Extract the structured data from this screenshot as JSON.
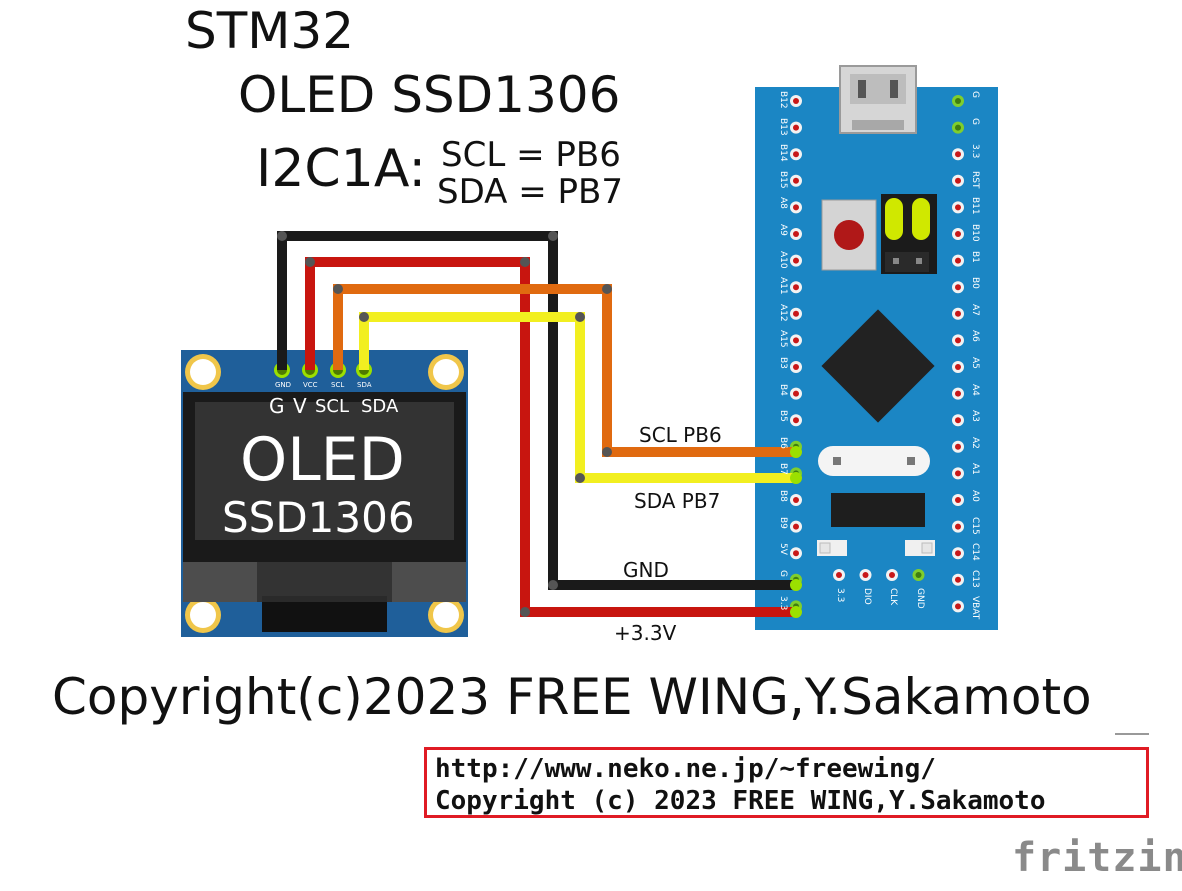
{
  "title": {
    "line1": "STM32",
    "line2": "OLED SSD1306",
    "bus": "I2C1A:",
    "scl": "SCL = PB6",
    "sda": "SDA = PB7"
  },
  "oled": {
    "pins": [
      "GND",
      "VCC",
      "SCL",
      "SDA"
    ],
    "header_g": "G",
    "header_v": "V",
    "header_scl": "SCL",
    "header_sda": "SDA",
    "name": "OLED",
    "model": "SSD1306"
  },
  "wires": {
    "scl": "SCL PB6",
    "sda": "SDA PB7",
    "gnd": "GND",
    "power": "+3.3V"
  },
  "board": {
    "left_pins": [
      "B12",
      "B13",
      "B14",
      "B15",
      "A8",
      "A9",
      "A10",
      "A11",
      "A12",
      "A15",
      "B3",
      "B4",
      "B5",
      "B6",
      "B7",
      "B8",
      "B9",
      "5V",
      "G",
      "3.3"
    ],
    "right_pins": [
      "G",
      "G",
      "3.3",
      "RST",
      "B11",
      "B10",
      "B1",
      "B0",
      "A7",
      "A6",
      "A5",
      "A4",
      "A3",
      "A2",
      "A1",
      "A0",
      "C15",
      "C14",
      "C13",
      "VBAT"
    ],
    "debug_pins": [
      "3.3",
      "DIO",
      "CLK",
      "GND"
    ]
  },
  "copyright": "Copyright(c)2023 FREE WING,Y.Sakamoto",
  "url_box": {
    "line1": "http://www.neko.ne.jp/~freewing/",
    "line2": "Copyright (c) 2023 FREE WING,Y.Sakamoto"
  },
  "logo": "fritzing",
  "colors": {
    "gnd_wire": "#1a1a1a",
    "power_wire": "#c8150f",
    "scl_wire": "#e06a10",
    "sda_wire": "#f2ef20",
    "oled_pcb": "#1f5f9a",
    "board_pcb": "#1b86c4"
  }
}
